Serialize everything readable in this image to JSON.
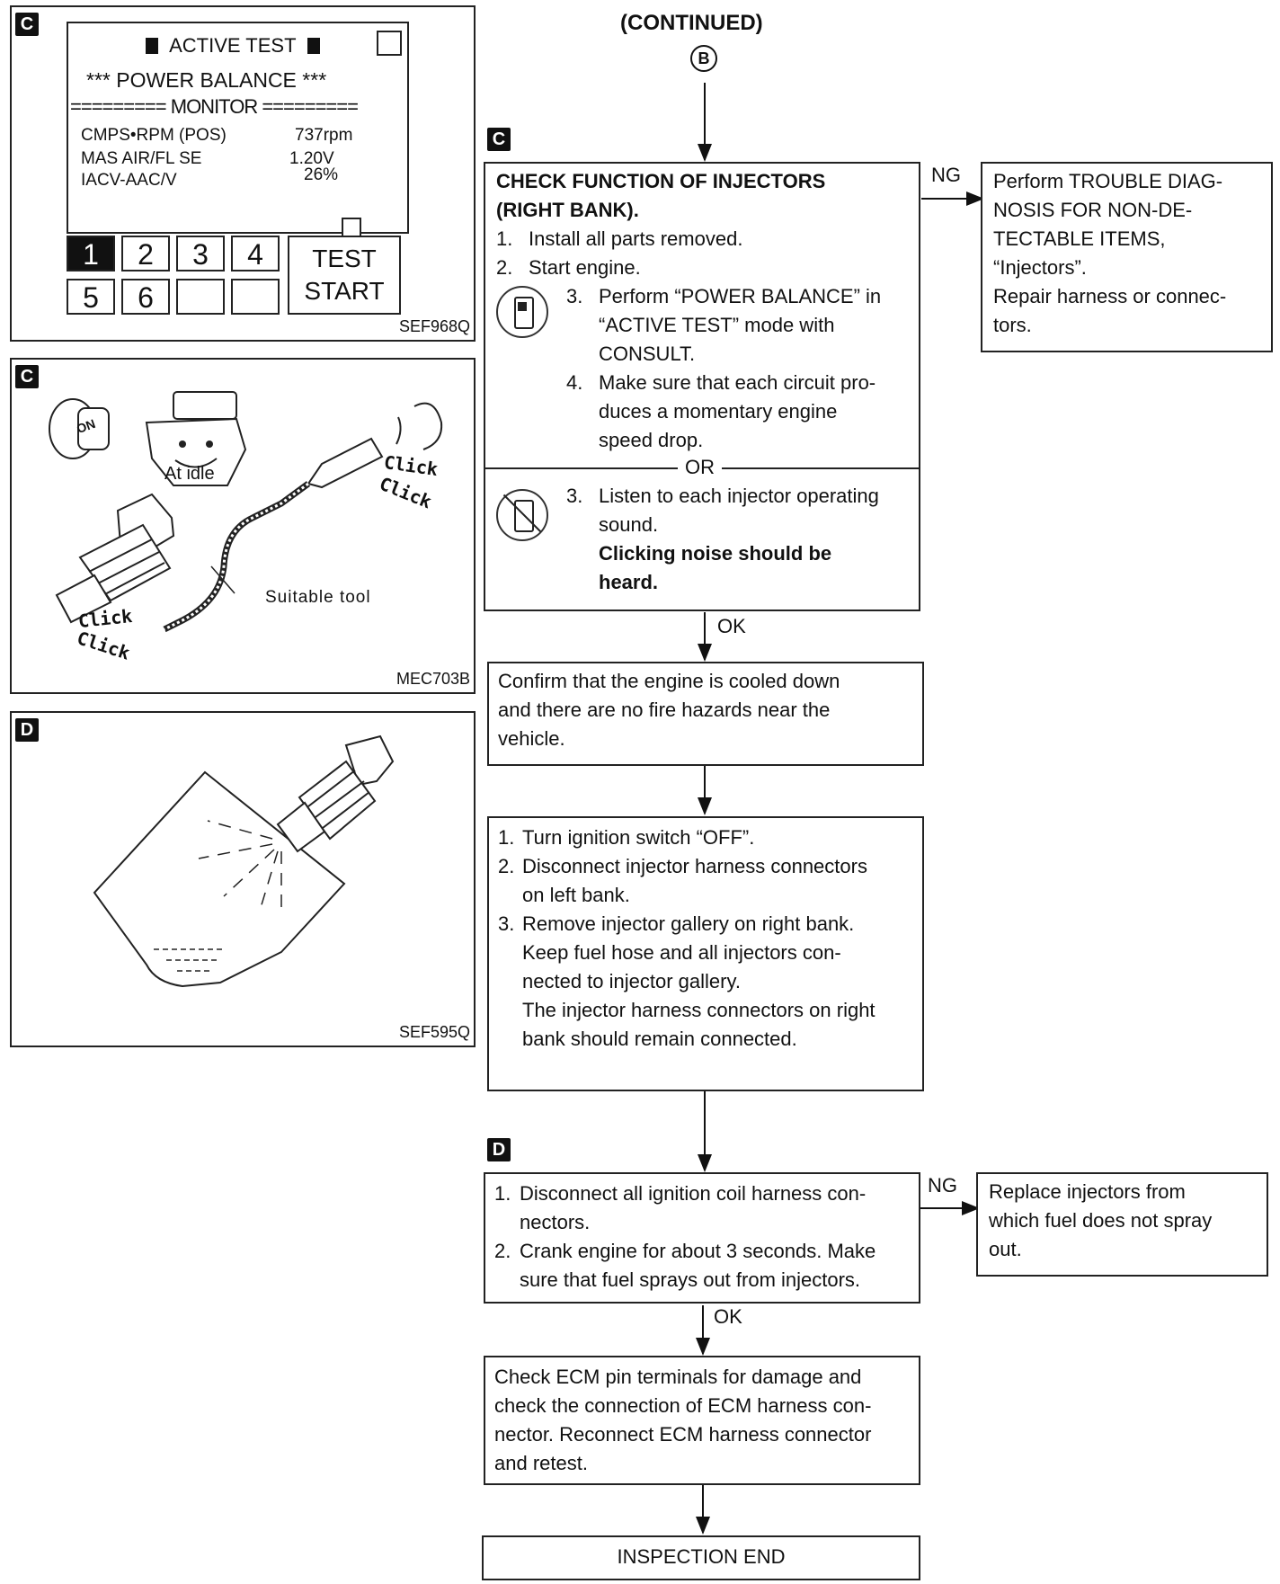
{
  "header": {
    "title": "(CONTINUED)",
    "connector": "B"
  },
  "figures": {
    "screen": {
      "tag": "C",
      "title": "ACTIVE TEST",
      "subtitle": "*** POWER BALANCE ***",
      "monitor": "========= MONITOR =========",
      "rows": [
        {
          "label": "CMPS•RPM (POS)",
          "value": "737rpm"
        },
        {
          "label": "MAS AIR/FL SE",
          "value": "1.20V"
        },
        {
          "label": "IACV-AAC/V",
          "value": "26%"
        }
      ],
      "buttons": [
        "1",
        "2",
        "3",
        "4",
        "5",
        "6"
      ],
      "test_line1": "TEST",
      "test_line2": "START",
      "code": "SEF968Q"
    },
    "injector_sound": {
      "tag": "C",
      "on_label": "ON",
      "idle_label": "At idle",
      "click_top1": "Click",
      "click_top2": "Click",
      "click_bottom1": "Click",
      "click_bottom2": "Click",
      "tool_label": "Suitable tool",
      "code": "MEC703B"
    },
    "spray": {
      "tag": "D",
      "code": "SEF595Q"
    }
  },
  "flow": {
    "check_tag": "C",
    "check_title1": "CHECK FUNCTION OF INJECTORS",
    "check_title2": "(RIGHT BANK).",
    "check_step1": "Install all parts removed.",
    "check_step2": "Start engine.",
    "check_step3_l1": "Perform “POWER BALANCE” in",
    "check_step3_l2": "“ACTIVE TEST” mode with",
    "check_step3_l3": "CONSULT.",
    "check_step4_l1": "Make sure that each circuit pro-",
    "check_step4_l2": "duces a momentary engine",
    "check_step4_l3": "speed drop.",
    "or_label": "OR",
    "alt_step3_l1": "Listen to each injector operating",
    "alt_step3_l2": "sound.",
    "alt_result_l1": "Clicking noise should be",
    "alt_result_l2": "heard.",
    "ng1_label": "NG",
    "ng1_l1": "Perform TROUBLE DIAG-",
    "ng1_l2": "NOSIS FOR NON-DE-",
    "ng1_l3": "TECTABLE ITEMS,",
    "ng1_l4": "“Injectors”.",
    "ng1_l5": "Repair harness or connec-",
    "ng1_l6": "tors.",
    "ok1_label": "OK",
    "confirm_l1": "Confirm that the engine is cooled down",
    "confirm_l2": "and there are no fire hazards near the",
    "confirm_l3": "vehicle.",
    "remove_s1": "Turn ignition switch “OFF”.",
    "remove_s2_l1": "Disconnect injector harness connectors",
    "remove_s2_l2": "on left bank.",
    "remove_s3_l1": "Remove injector gallery on right bank.",
    "remove_s3_l2": "Keep fuel hose and all injectors con-",
    "remove_s3_l3": "nected to injector gallery.",
    "remove_s3_l4": "The injector harness connectors on right",
    "remove_s3_l5": "bank should remain connected.",
    "crank_tag": "D",
    "crank_s1_l1": "Disconnect all ignition coil harness con-",
    "crank_s1_l2": "nectors.",
    "crank_s2_l1": "Crank engine for about 3 seconds. Make",
    "crank_s2_l2": "sure that fuel sprays out from injectors.",
    "ng2_label": "NG",
    "ng2_l1": "Replace injectors from",
    "ng2_l2": "which fuel does not spray",
    "ng2_l3": "out.",
    "ok2_label": "OK",
    "ecm_l1": "Check ECM pin terminals for damage and",
    "ecm_l2": "check the connection of ECM harness con-",
    "ecm_l3": "nector. Reconnect ECM harness connector",
    "ecm_l4": "and retest.",
    "end_label": "INSPECTION END",
    "nums": [
      "1.",
      "2.",
      "3.",
      "4."
    ]
  }
}
